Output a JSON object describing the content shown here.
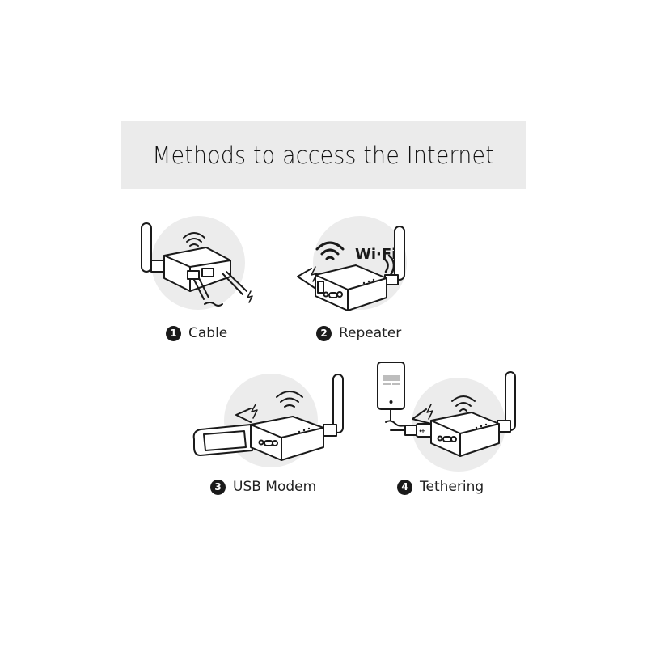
{
  "banner": {
    "title": "Methods to access the Internet",
    "background": "#ebebeb"
  },
  "methods": [
    {
      "number": "1",
      "label": "Cable",
      "icon": "router-ethernet-cable-icon"
    },
    {
      "number": "2",
      "label": "Repeater",
      "icon": "router-wifi-repeater-icon",
      "badge": "Wi-Fi"
    },
    {
      "number": "3",
      "label": "USB Modem",
      "icon": "router-usb-modem-icon"
    },
    {
      "number": "4",
      "label": "Tethering",
      "icon": "router-phone-tethering-icon"
    }
  ],
  "colors": {
    "circle_bg": "#ececec",
    "line": "#1a1a1a",
    "number_badge": "#1a1a1a"
  }
}
